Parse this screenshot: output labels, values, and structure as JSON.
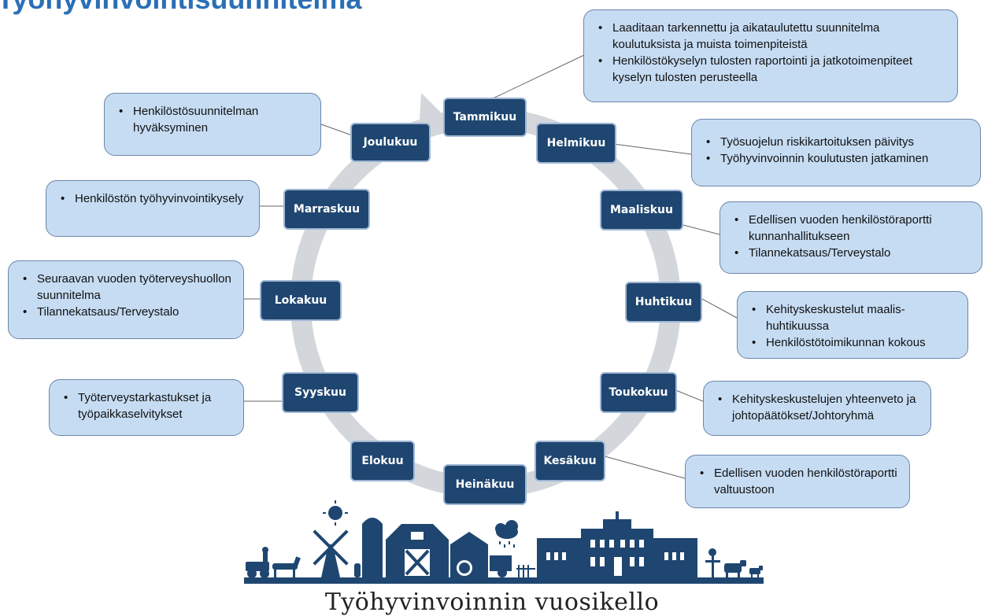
{
  "page": {
    "title": "Työhyvinvointisuunnitelma",
    "footer": "Työhyvinvoinnin vuosikello"
  },
  "colors": {
    "month_fill": "#1f4670",
    "note_fill": "#c6dcf3",
    "note_border": "#6d86a8",
    "ring": "#d3d7dc",
    "illustration": "#1f4670",
    "title": "#2b6fb5"
  },
  "months": [
    {
      "id": "tammikuu",
      "label": "Tammikuu"
    },
    {
      "id": "helmikuu",
      "label": "Helmikuu"
    },
    {
      "id": "maaliskuu",
      "label": "Maaliskuu"
    },
    {
      "id": "huhtikuu",
      "label": "Huhtikuu"
    },
    {
      "id": "toukokuu",
      "label": "Toukokuu"
    },
    {
      "id": "kesakuu",
      "label": "Kesäkuu"
    },
    {
      "id": "heinakuu",
      "label": "Heinäkuu"
    },
    {
      "id": "elokuu",
      "label": "Elokuu"
    },
    {
      "id": "syyskuu",
      "label": "Syyskuu"
    },
    {
      "id": "lokakuu",
      "label": "Lokakuu"
    },
    {
      "id": "marraskuu",
      "label": "Marraskuu"
    },
    {
      "id": "joulukuu",
      "label": "Joulukuu"
    }
  ],
  "notes": {
    "tammikuu": [
      "Laaditaan tarkennettu ja aikataulutettu suunnitelma koulutuksista ja muista toimenpiteistä",
      "Henkilöstökyselyn tulosten raportointi ja jatkotoimenpiteet kyselyn tulosten perusteella"
    ],
    "helmikuu": [
      "Työsuojelun riskikartoituksen päivitys",
      "Työhyvinvoinnin koulutusten jatkaminen"
    ],
    "maaliskuu": [
      "Edellisen vuoden henkilöstöraportti kunnanhallitukseen",
      "Tilannekatsaus/Terveystalo"
    ],
    "huhtikuu": [
      "Kehityskeskustelut maalis-huhtikuussa",
      "Henkilöstötoimikunnan kokous"
    ],
    "toukokuu": [
      "Kehityskeskustelujen yhteenveto ja johtopäätökset/Johtoryhmä"
    ],
    "kesakuu": [
      "Edellisen vuoden henkilöstöraportti valtuustoon"
    ],
    "syyskuu": [
      "Työterveystarkastukset ja työpaikkaselvitykset"
    ],
    "lokakuu": [
      "Seuraavan vuoden työterveyshuollon suunnitelma",
      "Tilannekatsaus/Terveystalo"
    ],
    "marraskuu": [
      "Henkilöstön työhyvinvointikysely"
    ],
    "joulukuu": [
      "Henkilöstösuunnitelman hyväksyminen"
    ]
  },
  "icons": [
    "sun-icon",
    "windmill-icon",
    "silo-icon",
    "barn-icon",
    "tractor-icon",
    "rain-cloud-icon",
    "manor-house-icon",
    "cow-icon",
    "horse-cart-icon",
    "scarecrow-icon"
  ]
}
